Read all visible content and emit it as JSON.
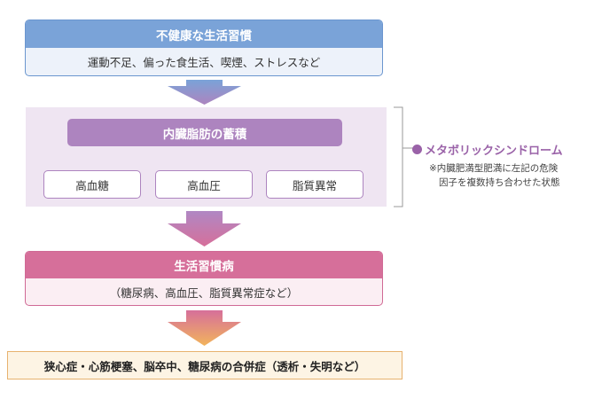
{
  "box1": {
    "title": "不健康な生活習慣",
    "body": "運動不足、偏った食生活、喫煙、ストレスなど"
  },
  "box2": {
    "title": "内臓脂肪の蓄積",
    "items": [
      "高血糖",
      "高血圧",
      "脂質異常"
    ]
  },
  "box3": {
    "title": "生活習慣病",
    "body": "（糖尿病、高血圧、脂質異常症など）"
  },
  "final": {
    "text": "狭心症・心筋梗塞、脳卒中、糖尿病の合併症（透析・失明など）"
  },
  "side_note": {
    "title": "メタボリックシンドローム",
    "note_line1": "※内臓肥満型肥満に左記の危険",
    "note_line2": "因子を複数持ち合わせた状態"
  },
  "colors": {
    "blue": "#7aa3d8",
    "purple": "#ad84bf",
    "pink": "#d66f9a",
    "orange": "#e7b26f",
    "accent_text": "#9a62a8"
  }
}
